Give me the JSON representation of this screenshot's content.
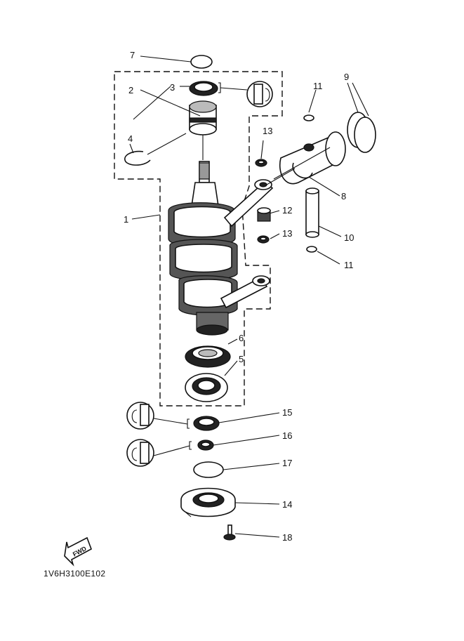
{
  "diagram": {
    "callouts": [
      "1",
      "2",
      "3",
      "4",
      "5",
      "6",
      "7",
      "8",
      "9",
      "10",
      "11",
      "11",
      "12",
      "13",
      "13",
      "14",
      "15",
      "16",
      "17",
      "18"
    ],
    "fwd_label": "FWD",
    "drawing_code": "1V6H3100E102"
  }
}
